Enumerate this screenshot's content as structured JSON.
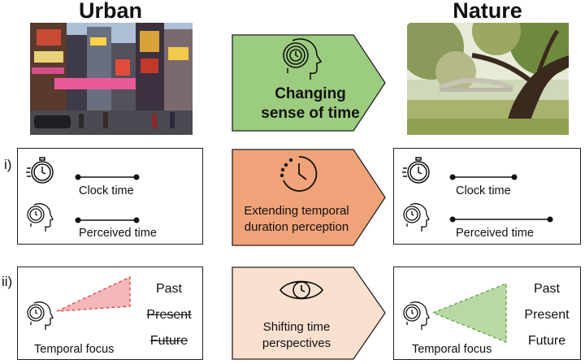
{
  "headers": {
    "left": "Urban",
    "right": "Nature"
  },
  "row_labels": {
    "row1": "i)",
    "row2": "ii)"
  },
  "center": {
    "top_arrow": {
      "line1": "Changing",
      "line2": "sense of time",
      "color": "#9ccc7f"
    },
    "mid_arrow": {
      "line1": "Extending temporal",
      "line2": "duration perception",
      "color": "#f0a378"
    },
    "bottom_arrow": {
      "line1": "Shifting time",
      "line2": "perspectives",
      "color": "#fbe0cf"
    }
  },
  "urban_duration": {
    "clock_label": "Clock time",
    "perceived_label": "Perceived time"
  },
  "nature_duration": {
    "clock_label": "Clock time",
    "perceived_label": "Perceived time"
  },
  "urban_focus": {
    "focus_label": "Temporal focus",
    "past": "Past",
    "present": "Present",
    "future": "Future",
    "cone_color": "#f4b8b8",
    "cone_stroke": "#e0404a"
  },
  "nature_focus": {
    "focus_label": "Temporal focus",
    "past": "Past",
    "present": "Present",
    "future": "Future",
    "cone_color": "#b9d9a4",
    "cone_stroke": "#5ea53a"
  },
  "icons": {
    "top_arrow_icon": "head-clock-icon",
    "mid_arrow_icon": "clock-extending-icon",
    "bottom_arrow_icon": "eye-clock-icon"
  }
}
